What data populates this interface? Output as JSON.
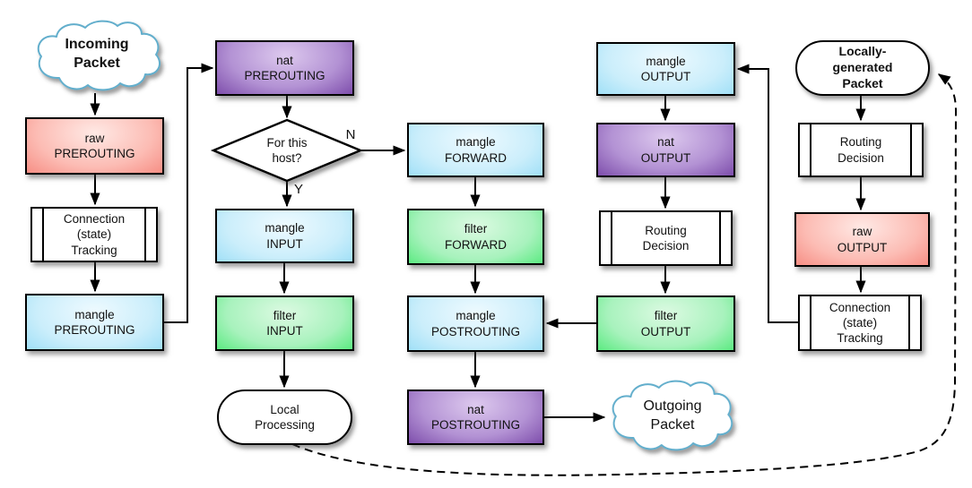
{
  "diagram": {
    "kind": "flowchart",
    "labels": {
      "yes": "Y",
      "no": "N"
    },
    "colors": {
      "raw_table": "#ef6a62",
      "mangle_table": "#7bcdf0",
      "nat_table": "#62259a",
      "filter_table": "#21dd52",
      "plain_shape": "#ffffff",
      "cloud_stroke": "#62aecc",
      "line": "#000000"
    },
    "nodes": {
      "incoming_packet": {
        "label": "Incoming\nPacket",
        "shape": "cloud"
      },
      "raw_prerouting": {
        "label": "raw\nPREROUTING",
        "shape": "box"
      },
      "conn_tracking_in": {
        "label": "Connection\n(state)\nTracking",
        "shape": "predefined"
      },
      "mangle_prerouting": {
        "label": "mangle\nPREROUTING",
        "shape": "box"
      },
      "nat_prerouting": {
        "label": "nat\nPREROUTING",
        "shape": "box"
      },
      "for_this_host": {
        "label": "For this\nhost?",
        "shape": "decision"
      },
      "mangle_input": {
        "label": "mangle\nINPUT",
        "shape": "box"
      },
      "filter_input": {
        "label": "filter\nINPUT",
        "shape": "box"
      },
      "local_processing": {
        "label": "Local\nProcessing",
        "shape": "stadium"
      },
      "mangle_forward": {
        "label": "mangle\nFORWARD",
        "shape": "box"
      },
      "filter_forward": {
        "label": "filter\nFORWARD",
        "shape": "box"
      },
      "mangle_postrouting": {
        "label": "mangle\nPOSTROUTING",
        "shape": "box"
      },
      "nat_postrouting": {
        "label": "nat\nPOSTROUTING",
        "shape": "box"
      },
      "outgoing_packet": {
        "label": "Outgoing\nPacket",
        "shape": "cloud"
      },
      "mangle_output": {
        "label": "mangle\nOUTPUT",
        "shape": "box"
      },
      "nat_output": {
        "label": "nat\nOUTPUT",
        "shape": "box"
      },
      "routing_decision_output": {
        "label": "Routing\nDecision",
        "shape": "predefined"
      },
      "filter_output": {
        "label": "filter\nOUTPUT",
        "shape": "box"
      },
      "locally_generated_packet": {
        "label": "Locally-\ngenerated\nPacket",
        "shape": "stadium"
      },
      "routing_decision_local": {
        "label": "Routing\nDecision",
        "shape": "predefined"
      },
      "raw_output": {
        "label": "raw\nOUTPUT",
        "shape": "box"
      },
      "conn_tracking_out": {
        "label": "Connection\n(state)\nTracking",
        "shape": "predefined"
      }
    }
  }
}
